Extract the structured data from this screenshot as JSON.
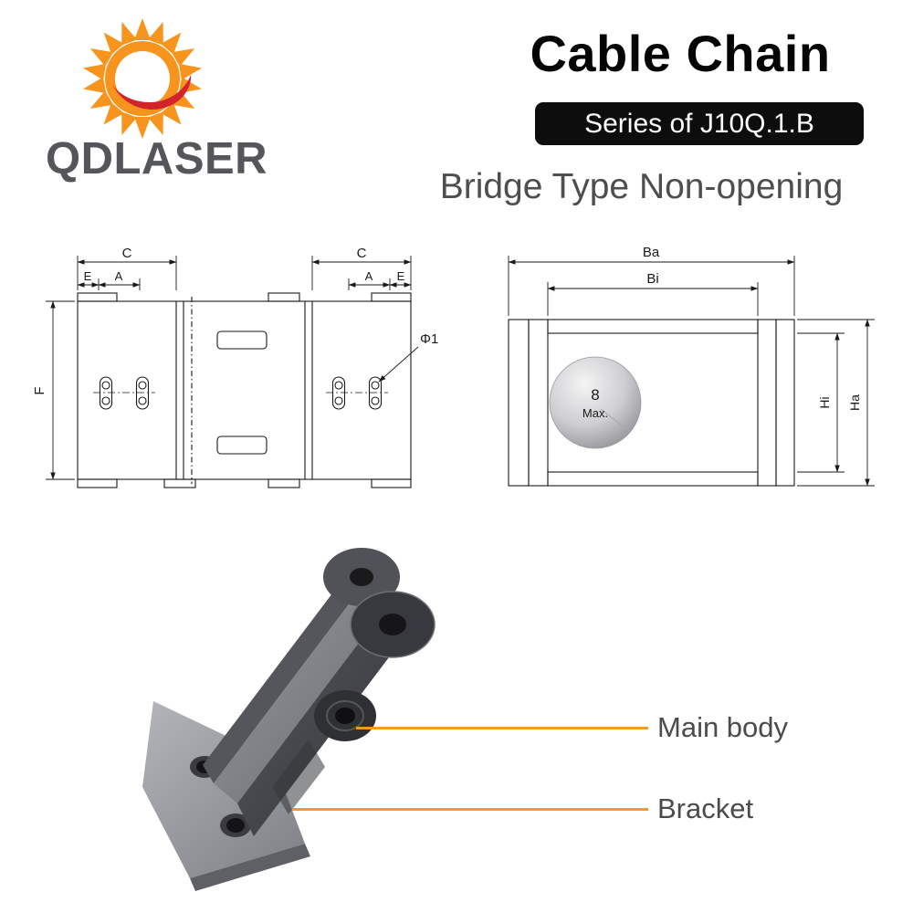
{
  "brand": {
    "name": "QDLASER"
  },
  "header": {
    "title": "Cable Chain",
    "series_badge": "Series of J10Q.1.B",
    "subtitle": "Bridge Type Non-opening"
  },
  "front_view": {
    "dim_c_left": "C",
    "dim_c_right": "C",
    "dim_e_left": "E",
    "dim_a_left": "A",
    "dim_a_right": "A",
    "dim_e_right": "E",
    "dim_f": "F",
    "dim_hole": "Φ1"
  },
  "section_view": {
    "dim_ba": "Ba",
    "dim_bi": "Bi",
    "dim_hi": "Hi",
    "dim_ha": "Ha",
    "cable_max_value": "8",
    "cable_max_label": "Max."
  },
  "callouts": {
    "main_body": "Main body",
    "bracket": "Bracket"
  },
  "colors": {
    "logo_orange": "#F7941D",
    "logo_red": "#D2232A",
    "callout_accent": "#F59B22",
    "badge_bg": "#0D0D0D"
  }
}
